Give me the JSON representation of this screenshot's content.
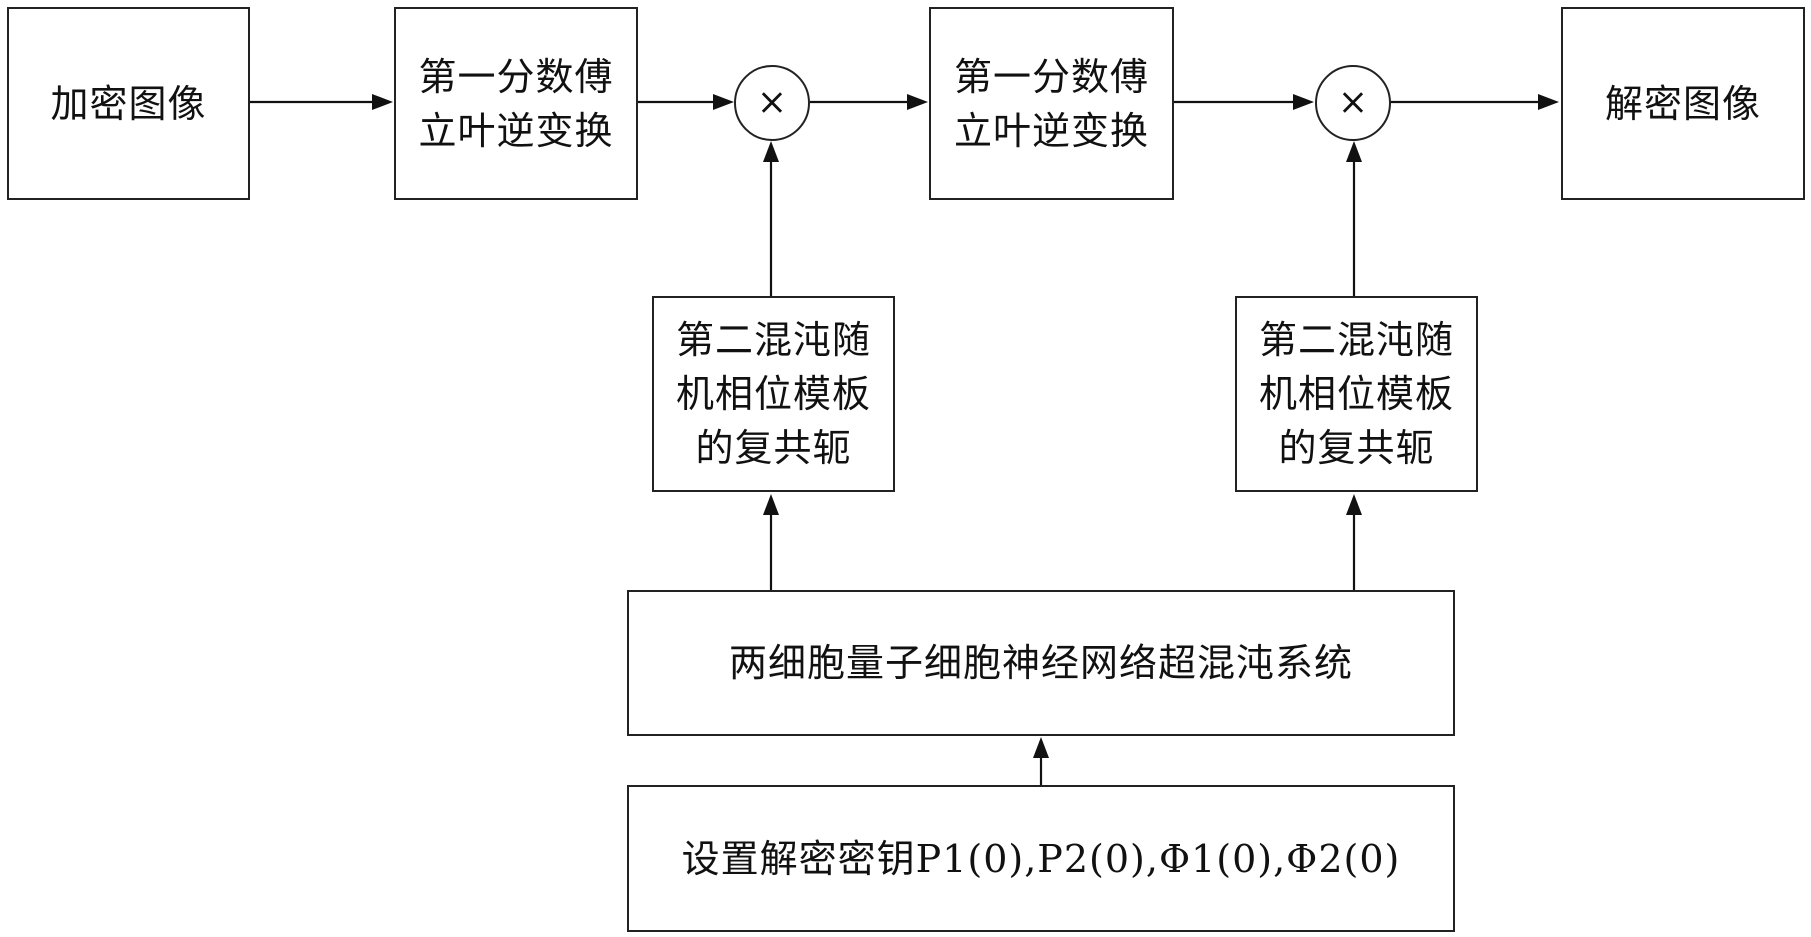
{
  "nodes": {
    "encrypted_image": "加密图像",
    "ifrft_1": "第一分数傅\n立叶逆变换",
    "ifrft_2": "第一分数傅\n立叶逆变换",
    "decrypted_image": "解密图像",
    "mask_conj_1": "第二混沌随\n机相位模板\n的复共轭",
    "mask_conj_2": "第二混沌随\n机相位模板\n的复共轭",
    "hyperchaos_system": "两细胞量子细胞神经网络超混沌系统",
    "set_key": "设置解密密钥P1(0),P2(0),Φ1(0),Φ2(0)"
  },
  "operators": {
    "multiply_symbol": "×"
  }
}
